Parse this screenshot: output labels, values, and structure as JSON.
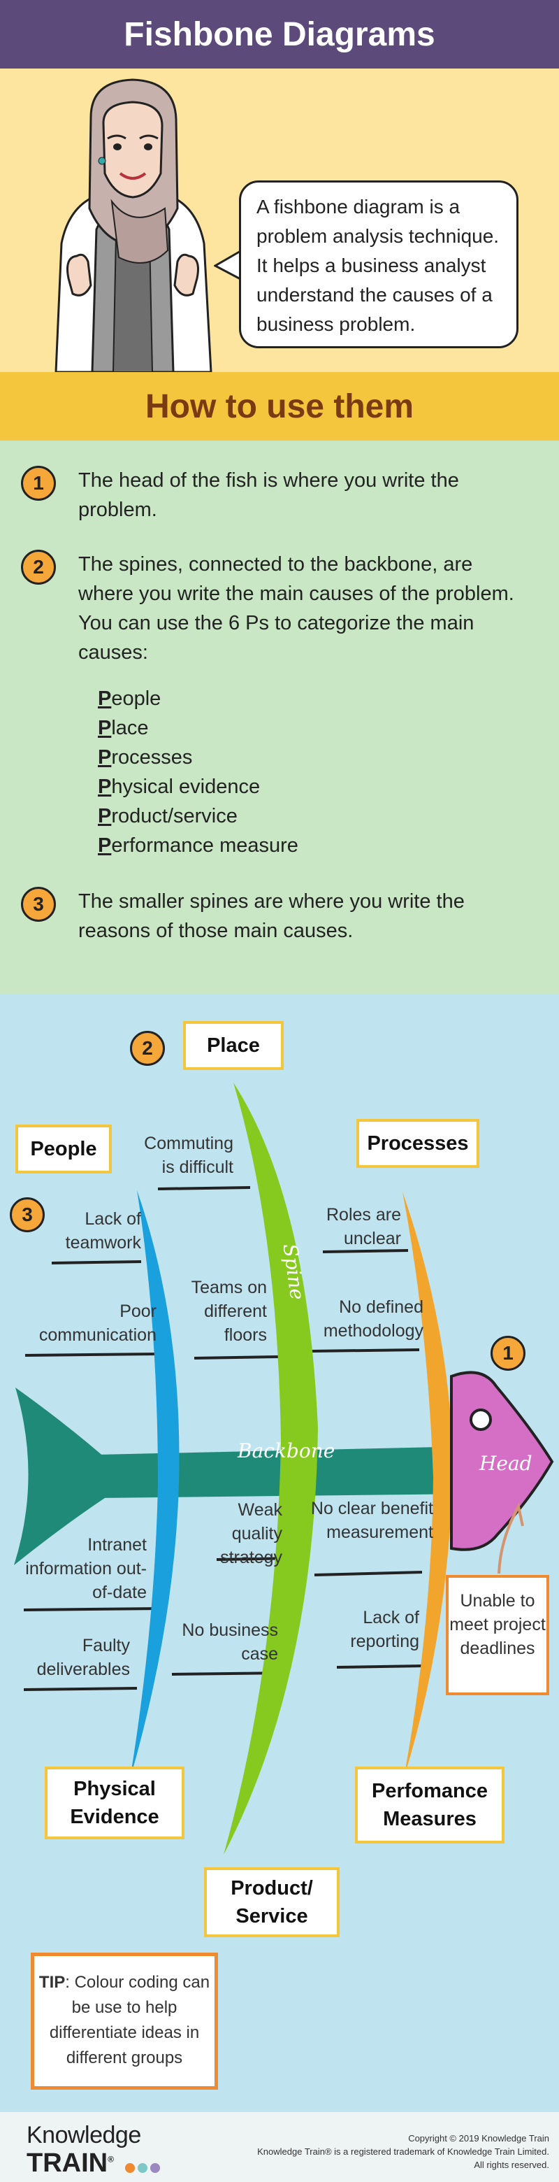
{
  "title": "Fishbone Diagrams",
  "intro": {
    "bubble_text": "A fishbone diagram is a problem analysis technique. It helps a business analyst understand the causes of a business problem."
  },
  "how_title": "How to use them",
  "steps": [
    {
      "num": "1",
      "text": "The head of the fish is where you write the problem."
    },
    {
      "num": "2",
      "text": "The spines, connected to the backbone, are where you write the main causes of the problem. You can use the 6 Ps to categorize the main causes:"
    },
    {
      "num": "3",
      "text": "The smaller spines are where you write the reasons of those main causes."
    }
  ],
  "six_ps": [
    {
      "initial": "P",
      "rest": "eople"
    },
    {
      "initial": "P",
      "rest": "lace"
    },
    {
      "initial": "P",
      "rest": "rocesses"
    },
    {
      "initial": "P",
      "rest": "hysical evidence"
    },
    {
      "initial": "P",
      "rest": "roduct/service"
    },
    {
      "initial": "P",
      "rest": "erformance measure"
    }
  ],
  "diagram": {
    "num_place": "2",
    "num_small": "3",
    "num_head": "1",
    "categories": {
      "place": "Place",
      "people": "People",
      "processes": "Processes",
      "physical": "Physical Evidence",
      "performance": "Perfomance Measures",
      "product": "Product/ Service"
    },
    "causes": {
      "commuting": "Commuting is difficult",
      "teamwork": "Lack of teamwork",
      "poor_comm": "Poor communication",
      "teams_floors": "Teams on different floors",
      "roles": "Roles are unclear",
      "methodology": "No defined methodology",
      "weak_quality": "Weak quality strategy",
      "no_benefit": "No clear benefit measurement",
      "intranet": "Intranet information out-of-date",
      "no_case": "No business case",
      "faulty": "Faulty deliverables",
      "reporting": "Lack of reporting"
    },
    "spine_label": "Spine",
    "backbone_label": "Backbone",
    "head_label": "Head",
    "problem": "Unable to meet project deadlines",
    "tip_bold": "TIP",
    "tip_rest": ": Colour coding can be use to help differentiate ideas in different groups"
  },
  "footer": {
    "logo_top": "Knowledge",
    "logo_bottom": "TRAIN",
    "copyright": "Copyright © 2019 Knowledge Train",
    "trademark": "Knowledge Train® is a registered trademark of Knowledge Train Limited.",
    "rights": "All rights reserved."
  },
  "colors": {
    "title_bg": "#5b4a7a",
    "intro_bg": "#fde5a0",
    "how_bg": "#f4c63d",
    "steps_bg": "#c9e7c5",
    "diagram_bg": "#bfe3ef",
    "fish": "#1f8a78",
    "head": "#d56fc6",
    "spine_green": "#86c91f",
    "spine_blue": "#1aa0dc",
    "spine_orange": "#f1a52c",
    "accent_orange": "#f08a30"
  }
}
